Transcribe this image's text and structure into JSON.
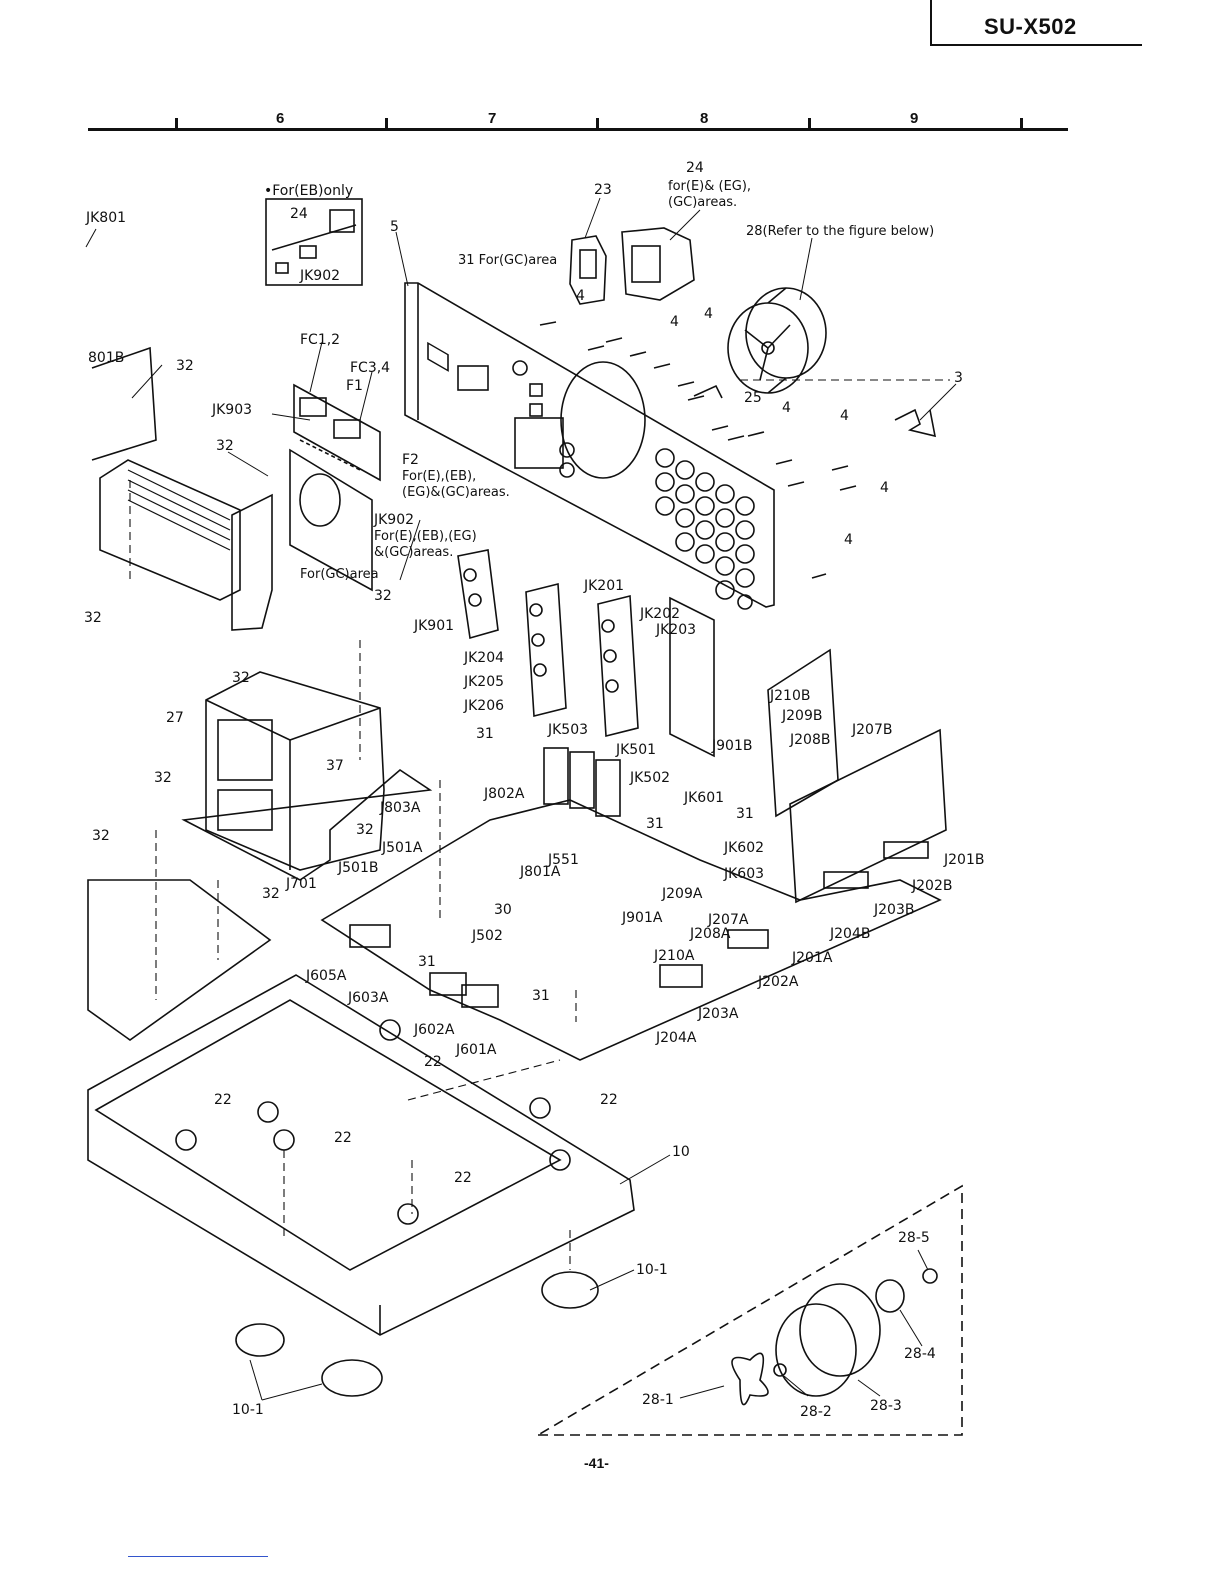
{
  "header": {
    "model": "SU-X502"
  },
  "grid": {
    "columns": [
      "6",
      "7",
      "8",
      "9"
    ]
  },
  "notes": {
    "eb_only": "•For(EB)only",
    "for_gc_area_31": "31 For(GC)area",
    "for_24_line1": "for(E)& (EG),",
    "for_24_line2": "(GC)areas.",
    "refer_28": "28(Refer to the figure below)",
    "f2_line1": "For(E),(EB),",
    "f2_line2": "(EG)&(GC)areas.",
    "jk902_line1": "For(E),(EB),(EG)",
    "jk902_line2": "&(GC)areas.",
    "for_gc_area": "For(GC)area"
  },
  "labels": {
    "jk801": "JK801",
    "p801b": "801B",
    "jk903": "JK903",
    "fc12": "FC1,2",
    "fc34": "FC3,4",
    "f1": "F1",
    "f2": "F2",
    "jk902": "JK902",
    "jk902_box": "JK902",
    "p24_box": "24",
    "jk901": "JK901",
    "jk201": "JK201",
    "jk202": "JK202",
    "jk203": "JK203",
    "jk204": "JK204",
    "jk205": "JK205",
    "jk206": "JK206",
    "jk503": "JK503",
    "jk501": "JK501",
    "jk502": "JK502",
    "jk601": "JK601",
    "jk602": "JK602",
    "jk603": "JK603",
    "j901b": "J901B",
    "j210b": "J210B",
    "j209b": "J209B",
    "j208b": "J208B",
    "j207b": "J207B",
    "j201b": "J201B",
    "j202b": "J202B",
    "j203b": "J203B",
    "j204b": "J204B",
    "j201a": "J201A",
    "j202a": "J202A",
    "j203a": "J203A",
    "j204a": "J204A",
    "j210a": "J210A",
    "j208a": "J208A",
    "j207a": "J207A",
    "j209a": "J209A",
    "j901a": "J901A",
    "j551": "J551",
    "j801a": "J801A",
    "j802a": "J802A",
    "j803a": "J803A",
    "j501a": "J501A",
    "j501b": "J501B",
    "j701": "J701",
    "j502": "J502",
    "j605a": "J605A",
    "j603a": "J603A",
    "j602a": "J602A",
    "j601a": "J601A",
    "n3": "3",
    "n4a": "4",
    "n4b": "4",
    "n4c": "4",
    "n4d": "4",
    "n4e": "4",
    "n4f": "4",
    "n4g": "4",
    "n5": "5",
    "n10": "10",
    "n10_1a": "10-1",
    "n10_1b": "10-1",
    "n22a": "22",
    "n22b": "22",
    "n22c": "22",
    "n22d": "22",
    "n22e": "22",
    "n23": "23",
    "n24": "24",
    "n25": "25",
    "n27": "27",
    "n30": "30",
    "n31a": "31",
    "n31b": "31",
    "n31c": "31",
    "n31d": "31",
    "n31e": "31",
    "n32a": "32",
    "n32b": "32",
    "n32c": "32",
    "n32d": "32",
    "n32e": "32",
    "n32f": "32",
    "n32g": "32",
    "n32h": "32",
    "n37": "37",
    "n28_1": "28-1",
    "n28_2": "28-2",
    "n28_3": "28-3",
    "n28_4": "28-4",
    "n28_5": "28-5"
  },
  "footer": {
    "page": "-41-"
  }
}
